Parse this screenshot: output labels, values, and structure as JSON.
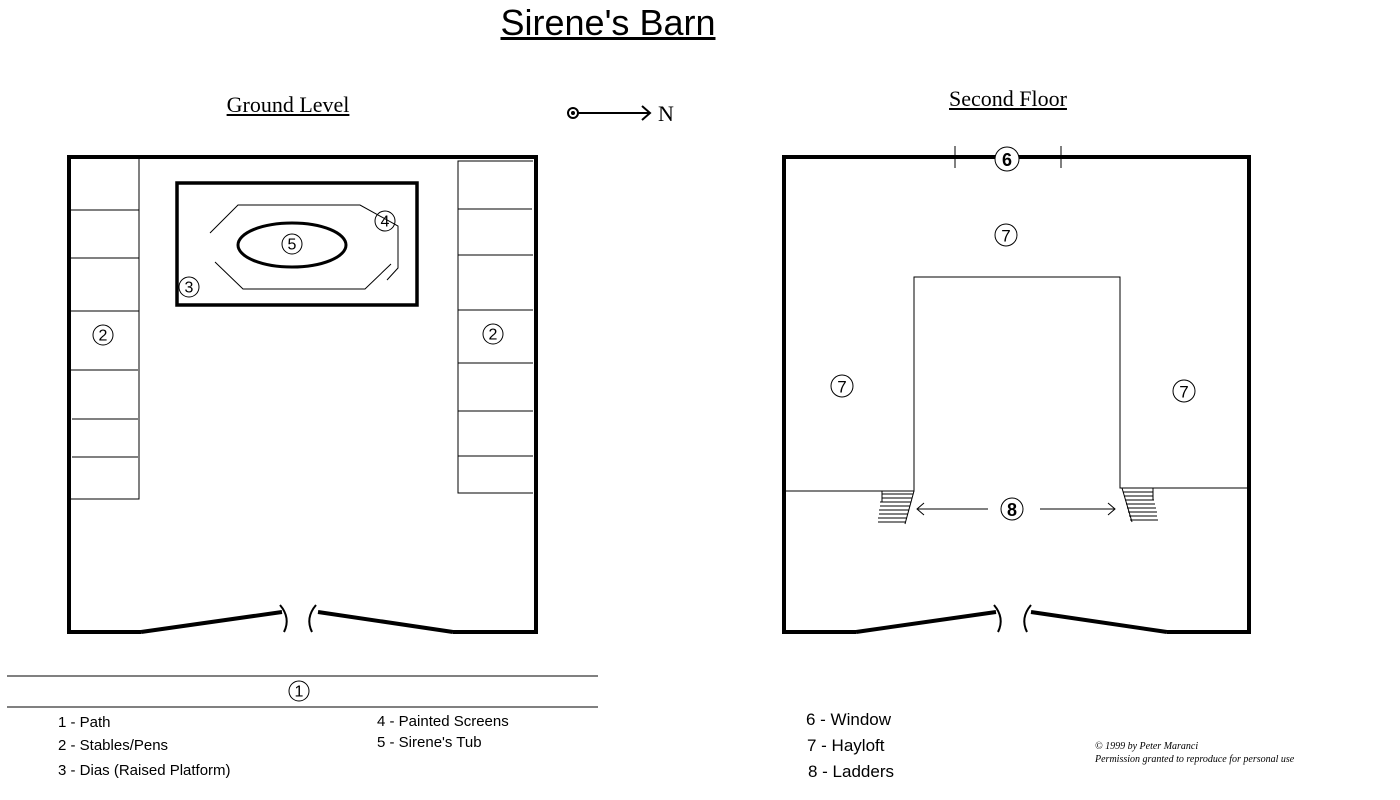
{
  "title": "Sirene's Barn",
  "ground_level": {
    "heading": "Ground Level",
    "markers": {
      "stables_left": "2",
      "stables_right": "2",
      "dias": "3",
      "screens": "4",
      "tub": "5",
      "path": "1"
    }
  },
  "compass": {
    "label": "N"
  },
  "second_floor": {
    "heading": "Second Floor",
    "markers": {
      "window": "6",
      "hayloft_top": "7",
      "hayloft_left": "7",
      "hayloft_right": "7",
      "ladders": "8"
    }
  },
  "legend": {
    "items": [
      "1 - Path",
      "2 - Stables/Pens",
      "3 - Dias (Raised Platform)",
      "4 - Painted Screens",
      "5 - Sirene's Tub",
      "6 - Window",
      "7 - Hayloft",
      "8 - Ladders"
    ]
  },
  "copyright": {
    "line1": "© 1999 by Peter Maranci",
    "line2": "Permission granted to reproduce for personal use"
  }
}
